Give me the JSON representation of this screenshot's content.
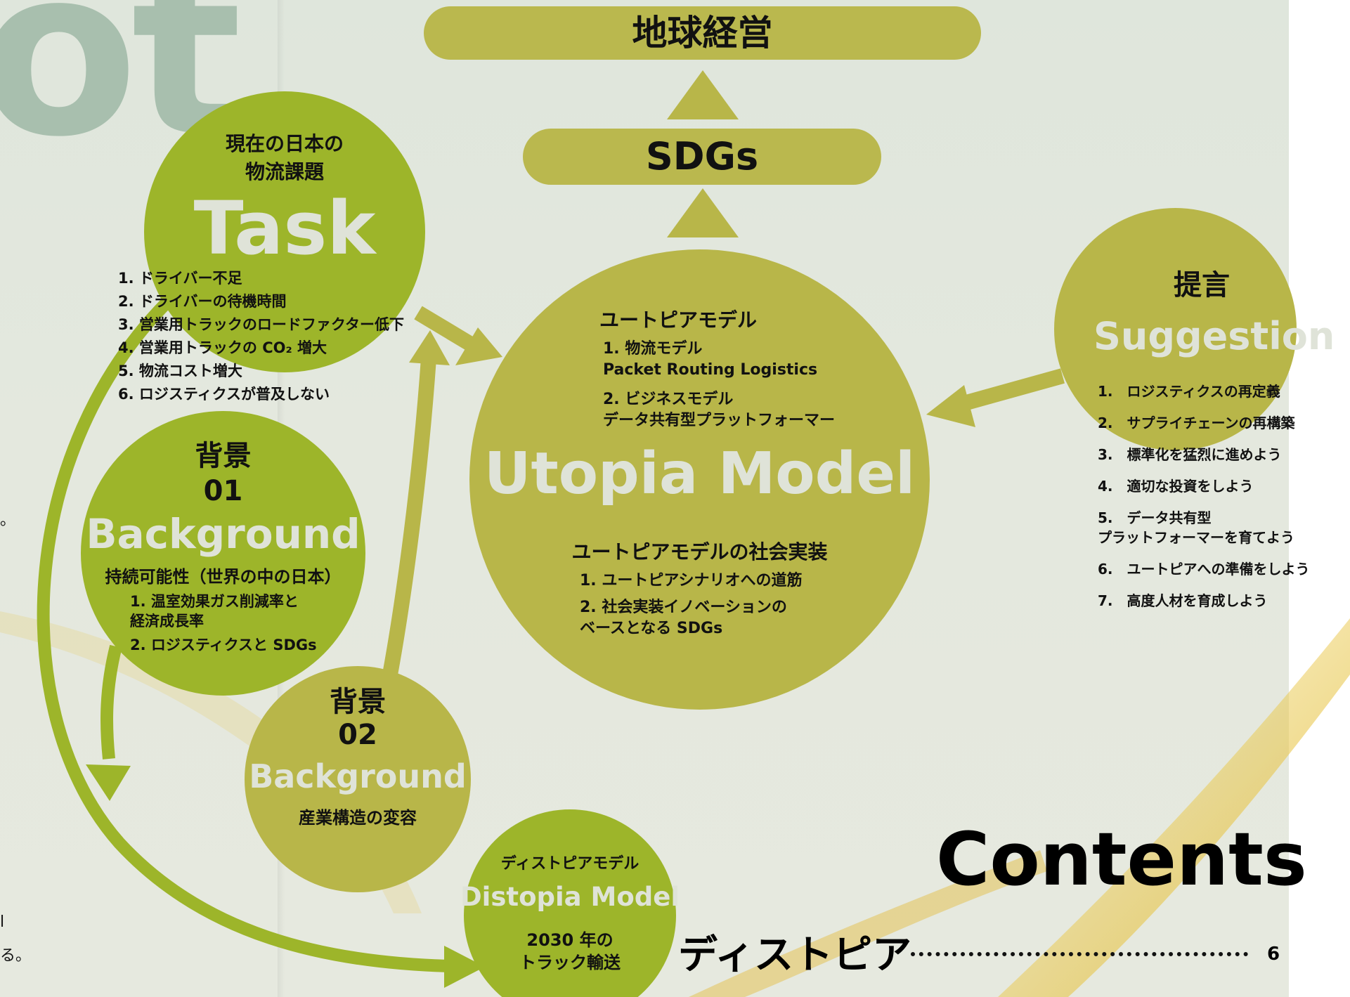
{
  "page": {
    "background_color": "#e2e7dd",
    "olive": "#b8b649",
    "green": "#9db52a"
  },
  "top_bar": {
    "label": "地球経営"
  },
  "sdgs_bar": {
    "label": "SDGs"
  },
  "task": {
    "title_jp": "現在の日本の\n物流課題",
    "title_en": "Task",
    "items": [
      "1. ドライバー不足",
      "2. ドライバーの待機時間",
      "3. 営業用トラックのロードファクター低下",
      "4. 営業用トラックの CO₂ 増大",
      "5. 物流コスト増大",
      "6. ロジスティクスが普及しない"
    ]
  },
  "background01": {
    "title_jp": "背景",
    "number": "01",
    "title_en": "Background",
    "subtitle": "持続可能性（世界の中の日本）",
    "items": [
      "1. 温室効果ガス削減率と\n経済成長率",
      "2. ロジスティクスと SDGs"
    ]
  },
  "background02": {
    "title_jp": "背景",
    "number": "02",
    "title_en": "Background",
    "subtitle": "産業構造の変容"
  },
  "utopia": {
    "heading": "ユートピアモデル",
    "items": [
      "1. 物流モデル\nPacket Routing Logistics",
      "2. ビジネスモデル\nデータ共有型プラットフォーマー"
    ],
    "title_en": "Utopia Model",
    "heading2": "ユートピアモデルの社会実装",
    "items2": [
      "1. ユートピアシナリオへの道筋",
      "2. 社会実装イノベーションの\nベースとなる SDGs"
    ]
  },
  "suggestion": {
    "title_jp": "提言",
    "title_en": "Suggestion",
    "items": [
      "1.　ロジスティクスの再定義",
      "2.　サプライチェーンの再構築",
      "3.　標準化を猛烈に進めよう",
      "4.　適切な投資をしよう",
      "5.　データ共有型\nプラットフォーマーを育てよう",
      "6.　ユートピアへの準備をしよう",
      "7.　高度人材を育成しよう"
    ]
  },
  "distopia": {
    "title_jp": "ディストピアモデル",
    "title_en": "Distopia Model",
    "subtitle": "2030 年の\nトラック輸送"
  },
  "contents": {
    "heading": "Contents",
    "entries": [
      {
        "label": "ディストピア",
        "page": "6"
      }
    ]
  },
  "edge_text": {
    "a": "。",
    "b": "l",
    "c": "る。"
  }
}
